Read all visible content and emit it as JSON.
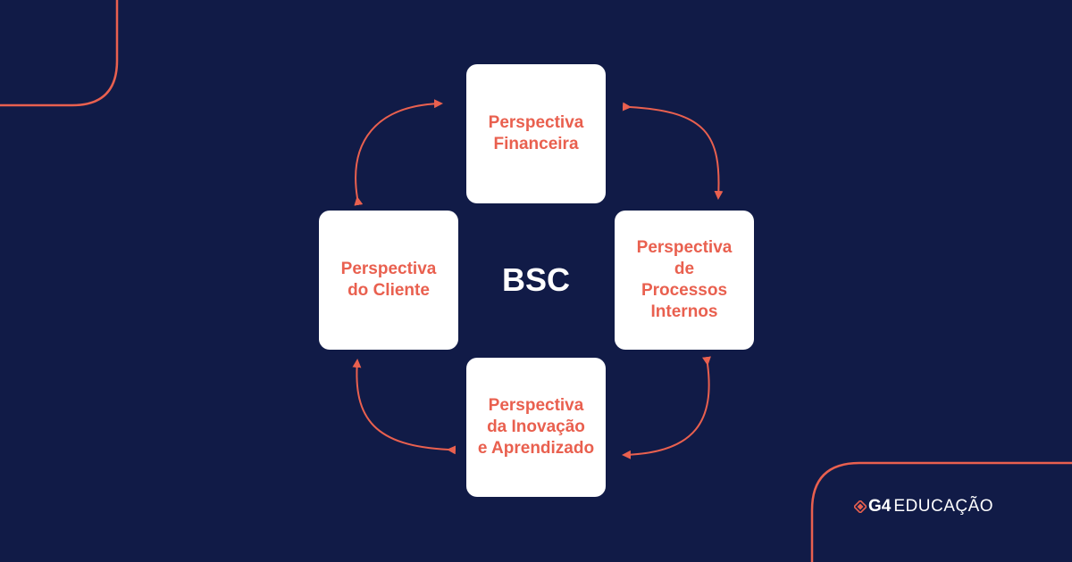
{
  "diagram": {
    "center_label": "BSC",
    "perspectives": {
      "top": "Perspectiva\nFinanceira",
      "left": "Perspectiva\ndo Cliente",
      "right": "Perspectiva\nde\nProcessos\nInternos",
      "bottom": "Perspectiva\nda Inovação\ne Aprendizado"
    }
  },
  "brand": {
    "g4": "G4",
    "name": "EDUCAÇÃO"
  },
  "colors": {
    "background": "#111b47",
    "accent": "#e9604f",
    "box": "#ffffff",
    "text_light": "#ffffff"
  }
}
